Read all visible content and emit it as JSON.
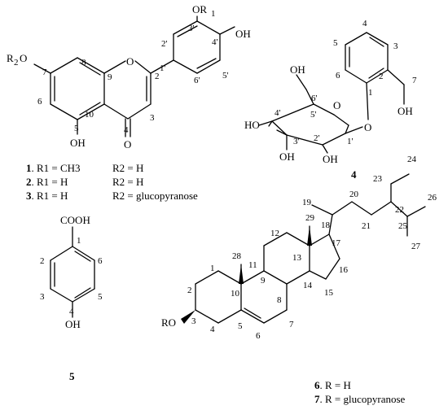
{
  "compound_1": {
    "atoms": {
      "o_r1": "OR",
      "o_r1_sub": "1",
      "oh_4p": "OH",
      "r2o": "R",
      "r2o_sub": "2",
      "r2o_o": "O",
      "o1": "O",
      "o4": "O",
      "oh_5": "OH"
    },
    "numbers": {
      "n3p": "3'",
      "n2p": "2'",
      "n4p": "4'",
      "n1p": "1'",
      "n5p": "5'",
      "n6p": "6'",
      "n8": "8",
      "n7": "7",
      "n9": "9",
      "n2": "2",
      "n6": "6",
      "n10": "10",
      "n3": "3",
      "n5": "5",
      "n4": "4"
    }
  },
  "substituents": [
    {
      "id": "1",
      "r1": ". R1 = CH3",
      "r2": "R2 = H"
    },
    {
      "id": "2",
      "r1": ". R1 = H",
      "r2": "R2 = H"
    },
    {
      "id": "3",
      "r1": ". R1 = H",
      "r2": "R2 = glucopyranose"
    }
  ],
  "compound_4": {
    "id": "4",
    "atoms": {
      "o_ring": "O",
      "o_link": "O",
      "oh_6p": "OH",
      "ho_4p": "HO",
      "oh_2p": "OH",
      "oh_3p": "OH",
      "oh_7": "OH"
    },
    "numbers": {
      "n4": "4",
      "n5": "5",
      "n3": "3",
      "n6": "6",
      "n2": "2",
      "n1": "1",
      "n7": "7",
      "n6p": "6'",
      "n5p": "5'",
      "n4p": "4'",
      "n3p": "3'",
      "n2p": "2'",
      "n1p": "1'"
    }
  },
  "compound_5": {
    "id": "5",
    "atoms": {
      "cooh": "COOH",
      "oh": "OH"
    },
    "numbers": {
      "n1": "1",
      "n2": "2",
      "n6": "6",
      "n3": "3",
      "n5": "5",
      "n4": "4"
    }
  },
  "compound_67": {
    "atoms": {
      "ro": "RO"
    },
    "numbers": {
      "n24": "24",
      "n23": "23",
      "n26": "26",
      "n19": "19",
      "n20": "20",
      "n22": "22",
      "n29": "29",
      "n18": "18",
      "n21": "21",
      "n25": "25",
      "n12": "12",
      "n17": "17",
      "n27": "27",
      "n28": "28",
      "n13": "13",
      "n11": "11",
      "n16": "16",
      "n1": "1",
      "n9": "9",
      "n14": "14",
      "n2": "2",
      "n10": "10",
      "n8": "8",
      "n15": "15",
      "n3": "3",
      "n4": "4",
      "n5": "5",
      "n7": "7",
      "n6": "6"
    },
    "labels": [
      {
        "id": "6",
        "text": ". R = H"
      },
      {
        "id": "7",
        "text": ". R = glucopyranose"
      }
    ]
  }
}
